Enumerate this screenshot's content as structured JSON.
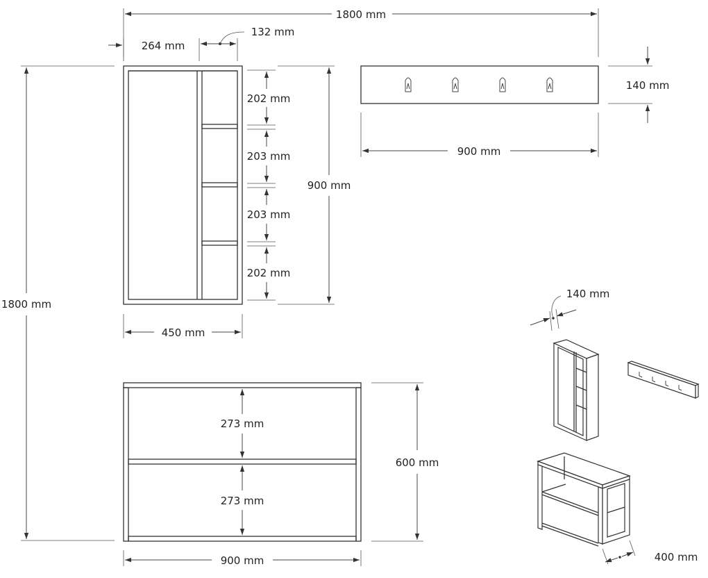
{
  "dimensions": {
    "total_width": "1800 mm",
    "total_height": "1800 mm",
    "cabinet_compartment_width": "264 mm",
    "cabinet_shelf_width": "132 mm",
    "shelf_1": "202 mm",
    "shelf_2": "203 mm",
    "shelf_3": "203 mm",
    "shelf_4": "202 mm",
    "cabinet_height": "900 mm",
    "cabinet_width": "450 mm",
    "hanger_height": "140 mm",
    "hanger_width": "900 mm",
    "bench_shelf_1": "273 mm",
    "bench_shelf_2": "273 mm",
    "bench_height": "600 mm",
    "bench_width": "900 mm",
    "iso_depth_cabinet": "140 mm",
    "iso_depth_bench": "400 mm"
  }
}
